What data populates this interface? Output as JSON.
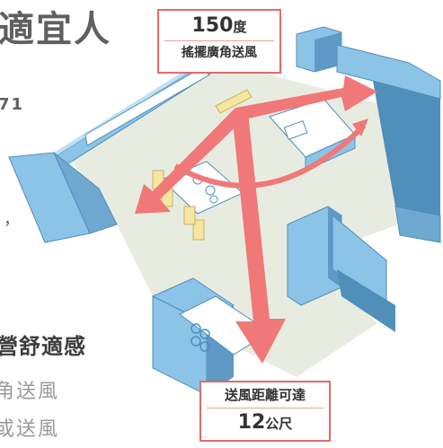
{
  "page": {
    "heading_fragment": "適宜人",
    "number_fragment": "71",
    "comma_fragment": "，",
    "subheading_fragment": "營舒適感",
    "body_line_1": "角送風",
    "body_line_2": "或送風"
  },
  "callouts": {
    "angle": {
      "value": "150",
      "unit": "度",
      "label": "搖擺廣角送風"
    },
    "distance": {
      "label": "送風距離可達",
      "value": "12",
      "unit": "公尺"
    }
  },
  "colors": {
    "wall_blue": "#8cc4e8",
    "wall_dark": "#4f8fb9",
    "floor": "#e8ece0",
    "arrow_red": "#f07878",
    "callout_border": "#e26a6a"
  }
}
